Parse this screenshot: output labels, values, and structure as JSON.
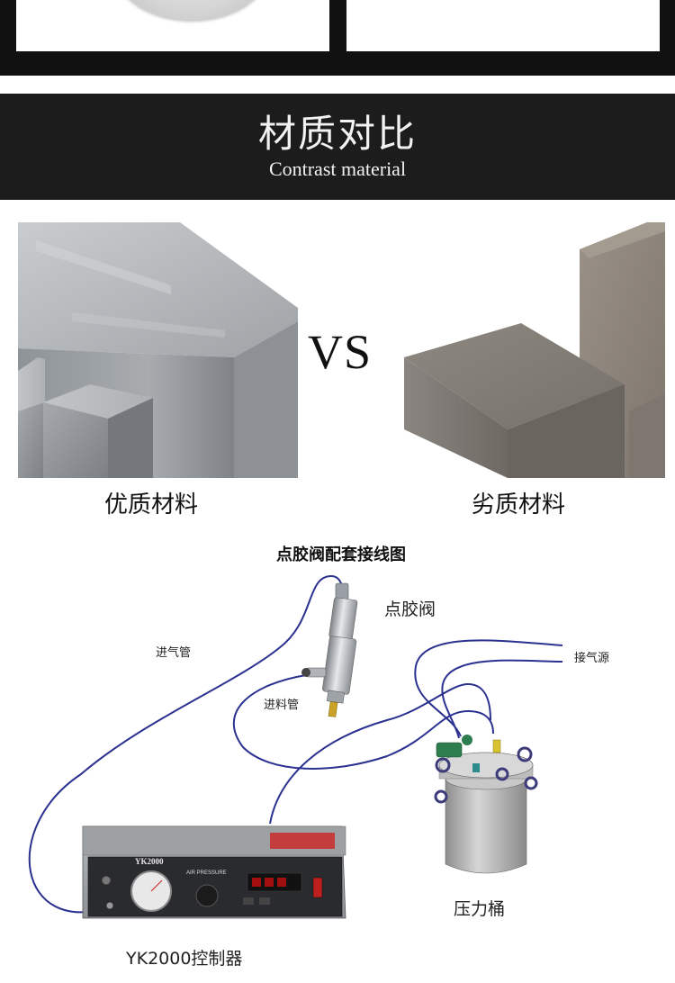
{
  "section": {
    "title_cn": "材质对比",
    "title_en": "Contrast material"
  },
  "comparison": {
    "vs": "VS",
    "good_label": "优质材料",
    "bad_label": "劣质材料"
  },
  "diagram": {
    "title": "点胶阀配套接线图",
    "labels": {
      "valve": "点胶阀",
      "air_inlet": "进气管",
      "material_inlet": "进料管",
      "air_source": "接气源",
      "pressure_tank": "压力桶",
      "controller": "YK2000控制器"
    },
    "controller_panel": {
      "model": "YK2000",
      "air_pressure": "AIR PRESSURE"
    }
  },
  "colors": {
    "header_bg": "#1c1c1c",
    "hose": "#2b3190",
    "tank_body": "#b9b9b9",
    "clamp": "#6b6ba8"
  }
}
